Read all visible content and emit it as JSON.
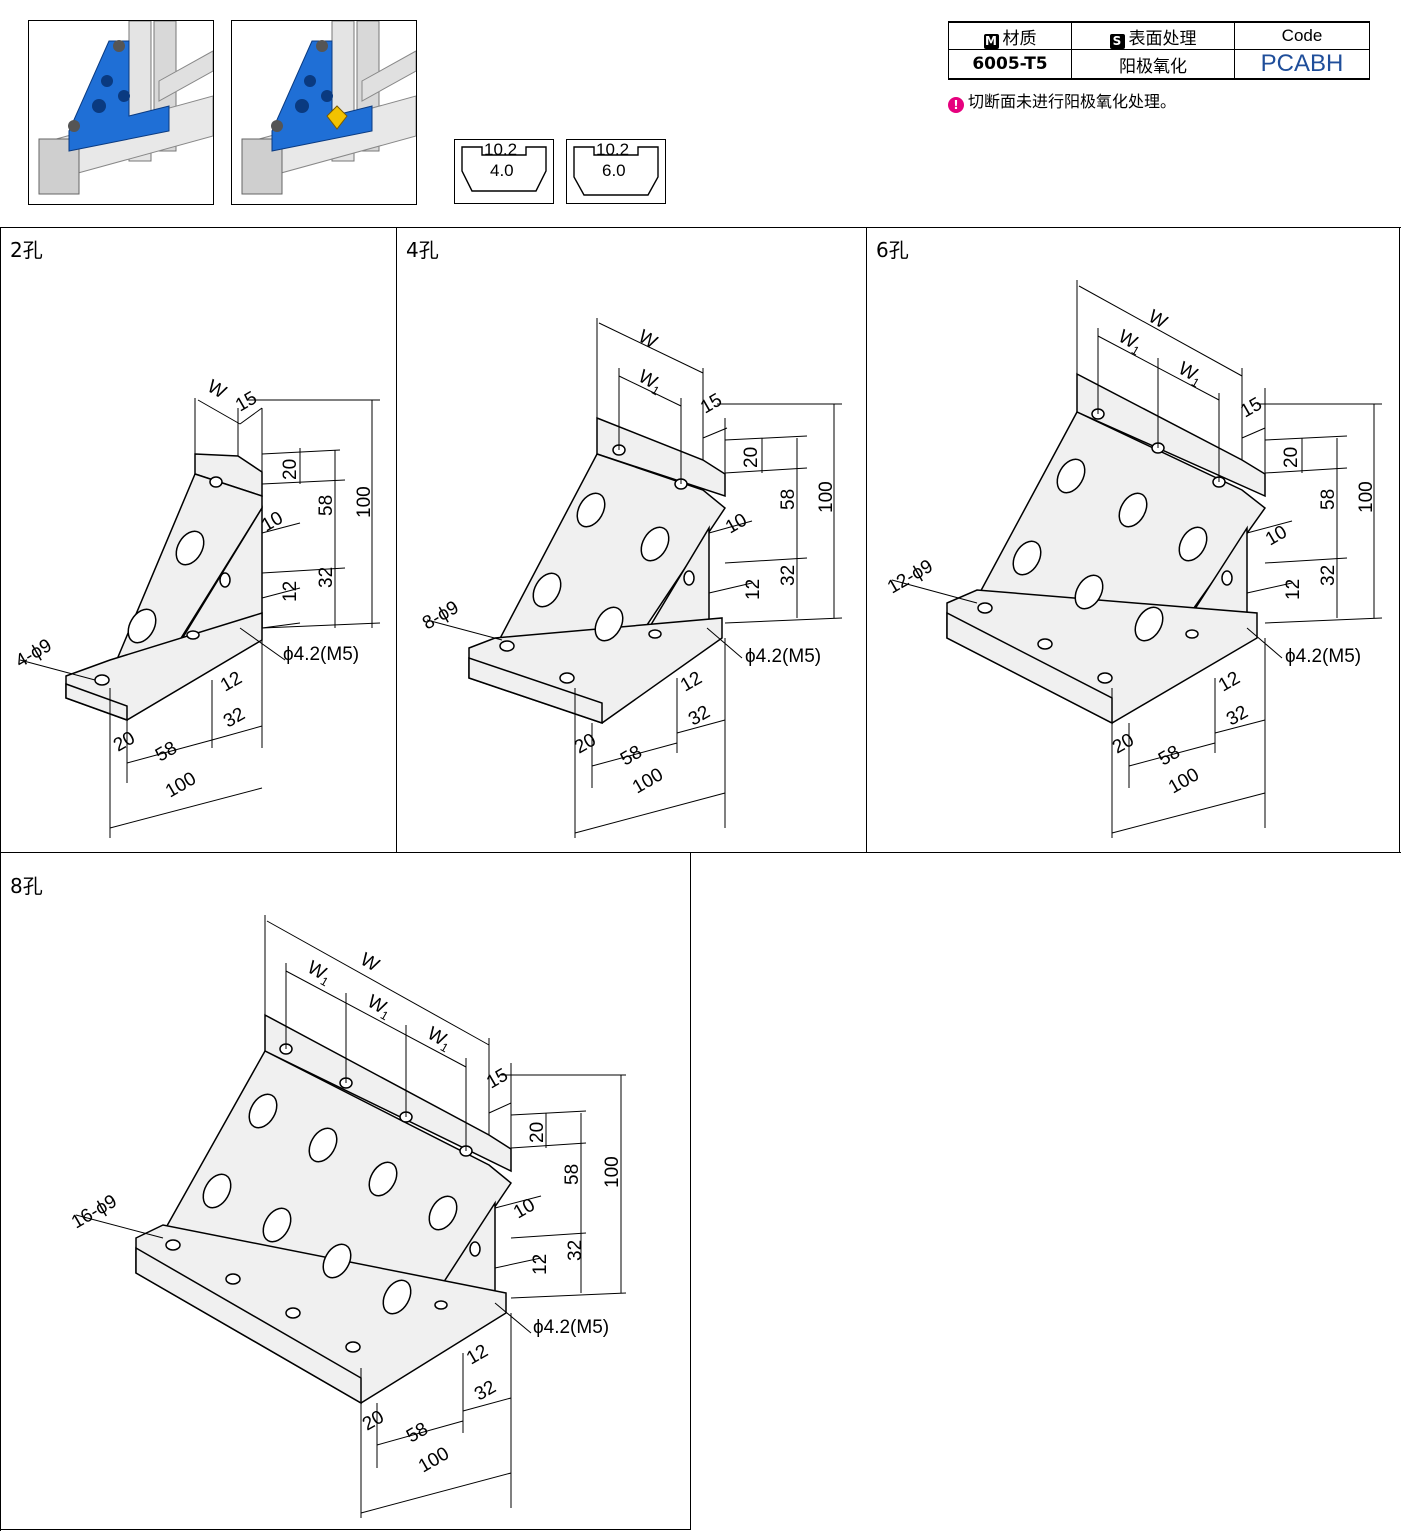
{
  "spec_table": {
    "material_badge": "M",
    "material_label": "材质",
    "surface_badge": "S",
    "surface_label": "表面处理",
    "code_label": "Code",
    "material_value": "6005-T5",
    "surface_value": "阳极氧化",
    "code_value": "PCABH"
  },
  "note": {
    "icon": "!",
    "text": "切断面未进行阳极氧化处理。"
  },
  "slot_profiles": [
    {
      "width": "10.2",
      "depth": "4.0"
    },
    {
      "width": "10.2",
      "depth": "6.0"
    }
  ],
  "sections": {
    "two_hole": "2孔",
    "four_hole": "4孔",
    "six_hole": "6孔",
    "eight_hole": "8孔"
  },
  "dims": {
    "w": "W",
    "w1": "W",
    "w1_sub": "1",
    "d15": "15",
    "d20": "20",
    "d58": "58",
    "d100": "100",
    "d10": "10",
    "d12": "12",
    "d32": "32",
    "tap": "ϕ4.2(M5)",
    "holes_2": "4-ϕ9",
    "holes_4": "8-ϕ9",
    "holes_6": "12-ϕ9",
    "holes_8": "16-ϕ9"
  },
  "colors": {
    "bracket_blue": "#1f6fd6",
    "profile_gray": "#d6d6d6",
    "code_blue": "#1f4e9a",
    "note_pink": "#e6007e"
  }
}
